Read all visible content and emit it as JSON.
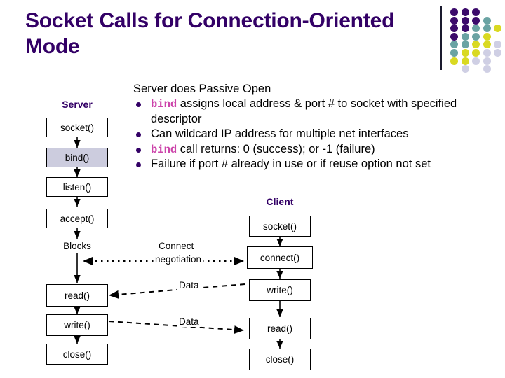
{
  "slide": {
    "title": "Socket Calls for Connection-Oriented Mode",
    "title_color": "#330066",
    "background": "#ffffff"
  },
  "decoration": {
    "name": "dot-grid",
    "colors": {
      "purple": "#3b0a6b",
      "teal": "#6aa3a3",
      "yellow": "#d9d922",
      "lavender": "#cfcfe4"
    },
    "grid": [
      [
        "purple",
        "purple",
        "purple",
        "none",
        "none"
      ],
      [
        "purple",
        "purple",
        "purple",
        "teal",
        "none"
      ],
      [
        "purple",
        "purple",
        "teal",
        "teal",
        "yellow"
      ],
      [
        "purple",
        "teal",
        "teal",
        "yellow",
        "none"
      ],
      [
        "teal",
        "teal",
        "yellow",
        "yellow",
        "lavender"
      ],
      [
        "teal",
        "yellow",
        "yellow",
        "lavender",
        "lavender"
      ],
      [
        "yellow",
        "yellow",
        "lavender",
        "lavender",
        "none"
      ],
      [
        "none",
        "lavender",
        "none",
        "lavender",
        "none"
      ]
    ]
  },
  "content": {
    "lead": "Server does Passive Open",
    "bullets": [
      {
        "id": "bullet-bind-assigns",
        "segments": [
          {
            "text": "bind",
            "style": "keyword"
          },
          {
            "text": " assigns local address & port # to socket with specified descriptor",
            "style": "normal"
          }
        ]
      },
      {
        "id": "bullet-wildcard",
        "segments": [
          {
            "text": "Can wildcard IP address for multiple net interfaces",
            "style": "normal"
          }
        ]
      },
      {
        "id": "bullet-bind-returns",
        "segments": [
          {
            "text": "bind",
            "style": "keyword"
          },
          {
            "text": " call returns: 0 (success); or -1 (failure)",
            "style": "normal"
          }
        ]
      },
      {
        "id": "bullet-failure",
        "segments": [
          {
            "text": "Failure if port # already in use or if reuse option not set",
            "style": "normal"
          }
        ]
      }
    ],
    "keyword_color": "#cc44aa",
    "bullet_color": "#330066"
  },
  "diagram": {
    "server": {
      "heading": "Server",
      "heading_color": "#330066",
      "nodes": [
        {
          "label": "socket()",
          "highlight": false
        },
        {
          "label": "bind()",
          "highlight": true
        },
        {
          "label": "listen()",
          "highlight": false
        },
        {
          "label": "accept()",
          "highlight": false
        },
        {
          "label": "Blocks",
          "highlight": false,
          "plain": true
        },
        {
          "label": "read()",
          "highlight": false
        },
        {
          "label": "write()",
          "highlight": false
        },
        {
          "label": "close()",
          "highlight": false
        }
      ]
    },
    "client": {
      "heading": "Client",
      "heading_color": "#330066",
      "nodes": [
        {
          "label": "socket()",
          "highlight": false
        },
        {
          "label": "connect()",
          "highlight": false
        },
        {
          "label": "write()",
          "highlight": false
        },
        {
          "label": "read()",
          "highlight": false
        },
        {
          "label": "close()",
          "highlight": false
        }
      ]
    },
    "edges": [
      {
        "id": "edge-connect",
        "label_line1": "Connect",
        "label_line2": "negotiation",
        "style": "dotted",
        "arrows": "both"
      },
      {
        "id": "edge-data-1",
        "label": "Data",
        "style": "dashed",
        "arrows": "left",
        "direction": "client-write-to-server-read"
      },
      {
        "id": "edge-data-2",
        "label": "Data",
        "style": "dashed",
        "arrows": "right",
        "direction": "server-write-to-client-read"
      }
    ],
    "highlight_color": "#ccccde",
    "line_color": "#000000"
  }
}
